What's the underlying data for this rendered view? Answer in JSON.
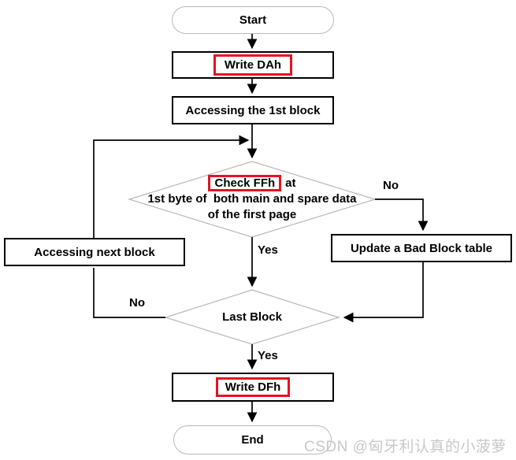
{
  "colors": {
    "highlight_red": "#e81123",
    "shape_gray": "#b8b8b8",
    "line_black": "#000000",
    "watermark_gray": "#c8c8c8"
  },
  "nodes": {
    "start": "Start",
    "write_dah": "Write DAh",
    "accessing_first": "Accessing the 1st block",
    "check_line1_boxed": "Check FFh",
    "check_line1_rest": "at",
    "check_line2": "1st byte of  both main and spare data",
    "check_line3": "of the first page",
    "update_bbt": "Update a Bad Block table",
    "accessing_next": "Accessing next block",
    "last_block": "Last Block",
    "write_dfh": "Write DFh",
    "end": "End"
  },
  "edge_labels": {
    "check_no": "No",
    "check_yes": "Yes",
    "last_no": "No",
    "last_yes": "Yes"
  },
  "watermark": "CSDN @匈牙利认真的小菠萝"
}
